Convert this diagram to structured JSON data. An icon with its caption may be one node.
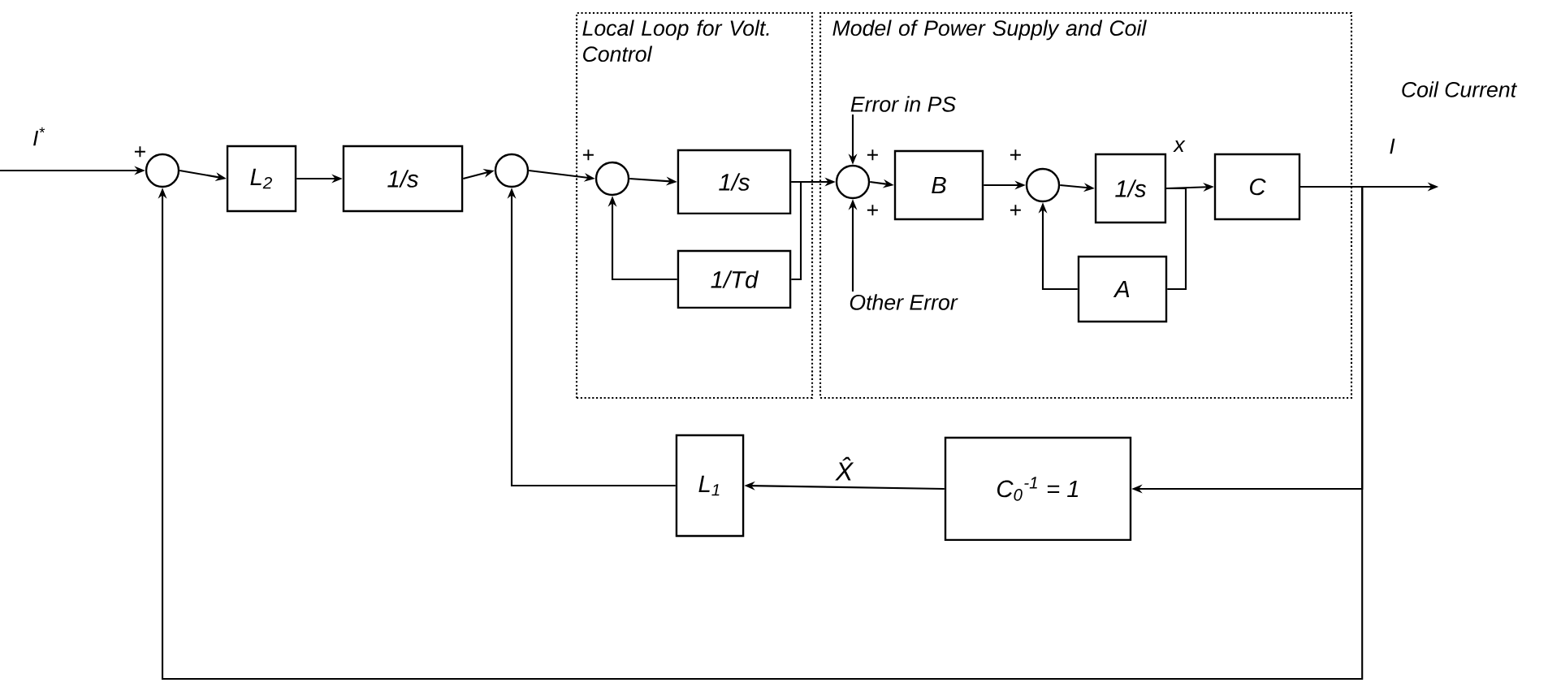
{
  "diagram": {
    "nodes": [
      {
        "text": [
          "Local Loop for Volt. Control"
        ]
      },
      {
        "text": [
          "Model of Power Supply and Coil"
        ]
      },
      {
        "text": [],
        "shape": "circle"
      },
      {
        "text": [
          "L$_{2}$"
        ]
      },
      {
        "text": [
          "1/s"
        ]
      },
      {
        "text": [],
        "shape": "circle"
      },
      {
        "text": [],
        "shape": "circle",
        "in": 0
      },
      {
        "text": [
          "1/s"
        ],
        "in": 0
      },
      {
        "text": [
          "1/Td"
        ],
        "in": 0
      },
      {
        "text": [
          "Error in PS"
        ],
        "in": 1
      },
      {
        "text": [],
        "shape": "circle",
        "in": 1
      },
      {
        "text": [
          "Other Error"
        ],
        "in": 1
      },
      {
        "text": [
          "B"
        ],
        "in": 1
      },
      {
        "text": [],
        "shape": "circle",
        "in": 1
      },
      {
        "text": [
          "1/s"
        ],
        "in": 1
      },
      {
        "text": [
          "A"
        ],
        "in": 1
      },
      {
        "text": [
          "C"
        ],
        "in": 1
      },
      {
        "text": [
          "C$_{0}$$^{-1}$ = 1"
        ]
      },
      {
        "text": [
          "L$_{1}$"
        ]
      }
    ],
    "edges": [
      {
        "from": null,
        "to": 2,
        "arrow": "to"
      },
      {
        "from": 2,
        "to": 3,
        "arrow": "to"
      },
      {
        "from": 3,
        "to": 4,
        "arrow": "to"
      },
      {
        "from": 4,
        "to": 5,
        "arrow": "to"
      },
      {
        "from": 5,
        "to": 6,
        "arrow": "to"
      },
      {
        "from": 6,
        "to": 7,
        "arrow": "to"
      },
      {
        "from": 7,
        "to": 10,
        "arrow": "to"
      },
      {
        "from": 7,
        "to": 8,
        "arrow": "none"
      },
      {
        "from": 8,
        "to": 6,
        "arrow": "to"
      },
      {
        "from": 9,
        "to": 10,
        "arrow": "to"
      },
      {
        "from": 10,
        "to": 12,
        "arrow": "to"
      },
      {
        "from": 11,
        "to": 10,
        "arrow": "to"
      },
      {
        "from": 12,
        "to": 13,
        "arrow": "to"
      },
      {
        "from": 13,
        "to": 14,
        "arrow": "to"
      },
      {
        "from": 14,
        "to": 16,
        "arrow": "to"
      },
      {
        "from": 14,
        "to": 15,
        "arrow": "none"
      },
      {
        "from": 15,
        "to": 13,
        "arrow": "to"
      },
      {
        "from": 16,
        "to": null,
        "arrow": "to"
      },
      {
        "from": 16,
        "to": 17,
        "arrow": "to"
      },
      {
        "from": 17,
        "to": 18,
        "arrow": "to",
        "label": "X̂"
      },
      {
        "from": 18,
        "to": 5,
        "arrow": "to"
      },
      {
        "from": 16,
        "to": 2,
        "arrow": "to"
      }
    ],
    "labels": [
      "I$^{*}$",
      "+",
      "+",
      "+",
      "+",
      "+",
      "+",
      "x",
      "Coil Current",
      "I"
    ]
  }
}
